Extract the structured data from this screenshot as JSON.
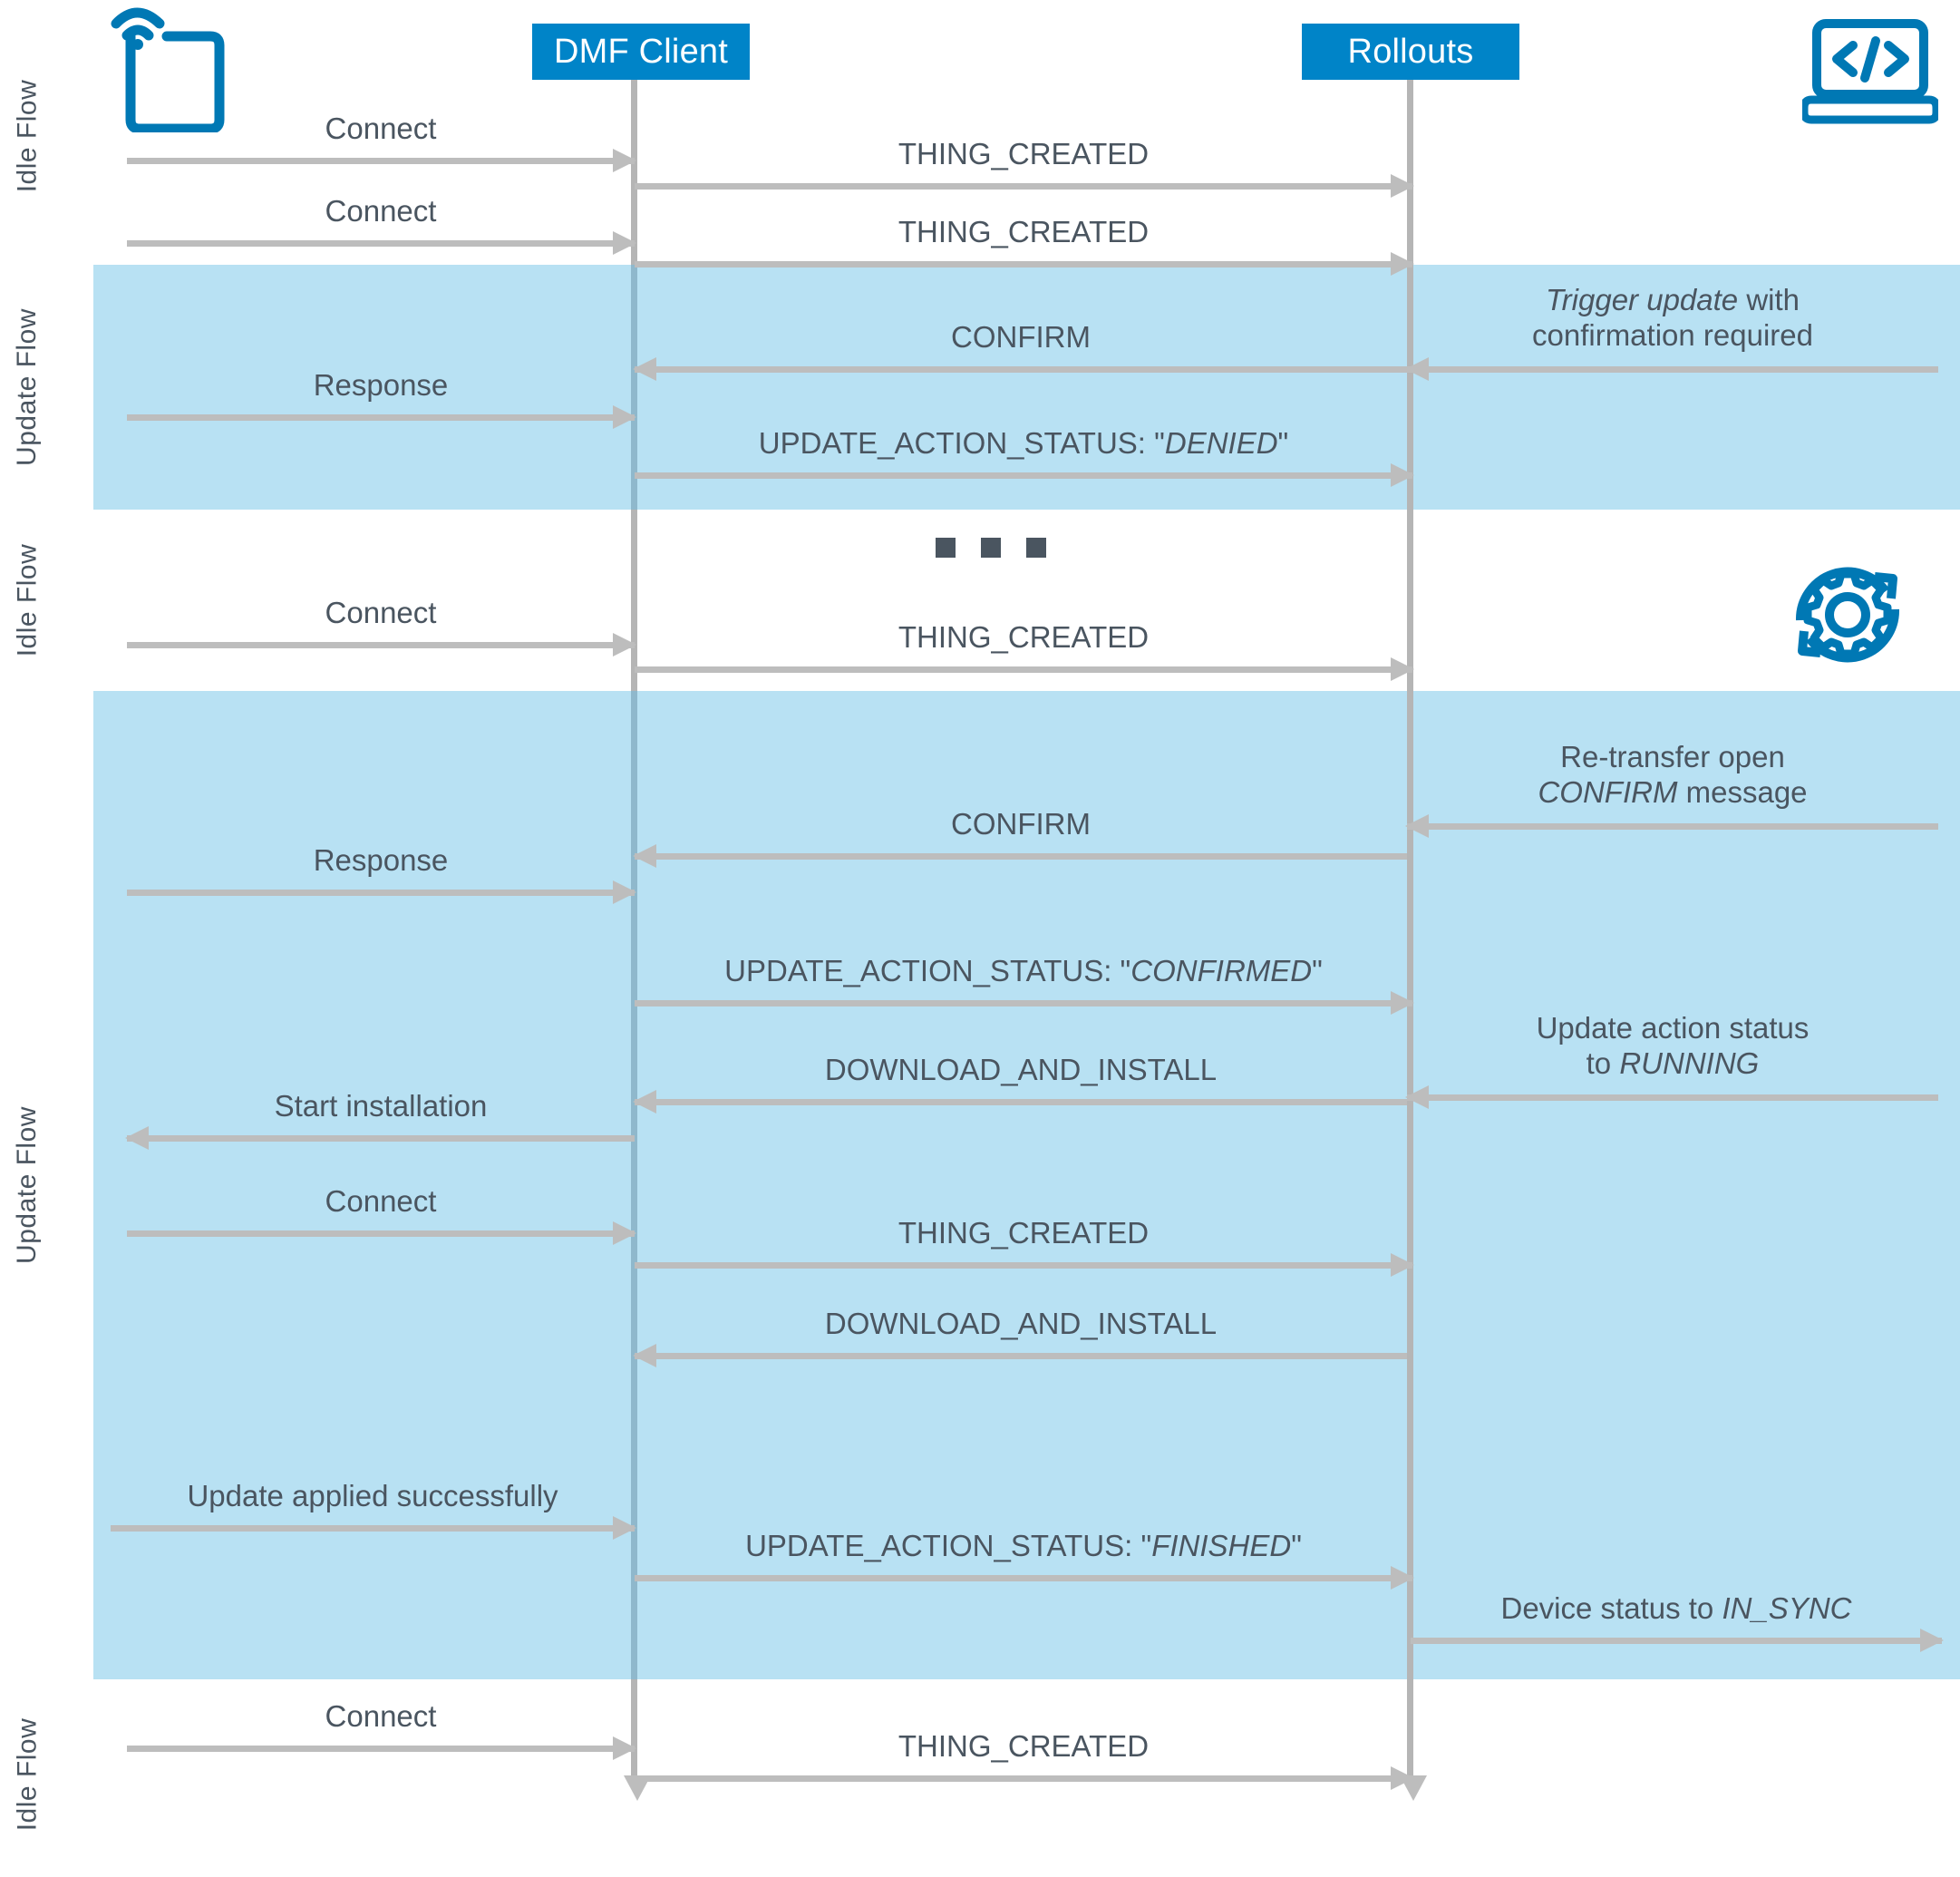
{
  "diagram": {
    "title": "DMF Client / Rollouts update sequence",
    "colors": {
      "accent": "#0084c8",
      "band": "#b8e1f3",
      "arrow": "#bdbdbd",
      "text": "#4a5560"
    }
  },
  "actors": [
    {
      "id": "device",
      "icon": "wifi-device-icon",
      "label": ""
    },
    {
      "id": "dmf_client",
      "label": "DMF Client"
    },
    {
      "id": "rollouts",
      "label": "Rollouts"
    },
    {
      "id": "backend",
      "icon": "laptop-code-icon",
      "label": ""
    }
  ],
  "flow_labels": [
    {
      "id": "idle-1",
      "text": "Idle Flow"
    },
    {
      "id": "update-1",
      "text": "Update Flow"
    },
    {
      "id": "idle-2",
      "text": "Idle Flow"
    },
    {
      "id": "update-2",
      "text": "Update Flow"
    },
    {
      "id": "idle-3",
      "text": "Idle Flow"
    }
  ],
  "messages": {
    "m1": {
      "text": "Connect"
    },
    "m2": {
      "text": "THING_CREATED"
    },
    "m3": {
      "text": "Connect"
    },
    "m4": {
      "text": "THING_CREATED"
    },
    "m5": {
      "pre": "",
      "em": "Trigger update",
      "post": " with",
      "line2": "confirmation required"
    },
    "m6": {
      "text": "CONFIRM"
    },
    "m7": {
      "text": "Response"
    },
    "m8": {
      "pre": "UPDATE_ACTION_STATUS: \"",
      "em": "DENIED",
      "post": "\""
    },
    "m9": {
      "text": "Connect"
    },
    "m10": {
      "text": "THING_CREATED"
    },
    "m11": {
      "line1": "Re-transfer open",
      "em": "CONFIRM",
      "post": " message"
    },
    "m12": {
      "text": "CONFIRM"
    },
    "m13": {
      "text": "Response"
    },
    "m14": {
      "pre": "UPDATE_ACTION_STATUS: \"",
      "em": "CONFIRMED",
      "post": "\""
    },
    "m15": {
      "line1": "Update action status",
      "pre2": "to ",
      "em": "RUNNING"
    },
    "m16": {
      "text": "DOWNLOAD_AND_INSTALL"
    },
    "m17": {
      "text": "Start installation"
    },
    "m18": {
      "text": "Connect"
    },
    "m19": {
      "text": "THING_CREATED"
    },
    "m20": {
      "text": "DOWNLOAD_AND_INSTALL"
    },
    "m21": {
      "text": "Update applied successfully"
    },
    "m22": {
      "pre": "UPDATE_ACTION_STATUS: \"",
      "em": "FINISHED",
      "post": "\""
    },
    "m23": {
      "pre": "Device status to ",
      "em": "IN_SYNC"
    },
    "m24": {
      "text": "Connect"
    },
    "m25": {
      "text": "THING_CREATED"
    }
  },
  "ellipsis": {
    "label": "continuation-ellipsis",
    "count": 3
  }
}
